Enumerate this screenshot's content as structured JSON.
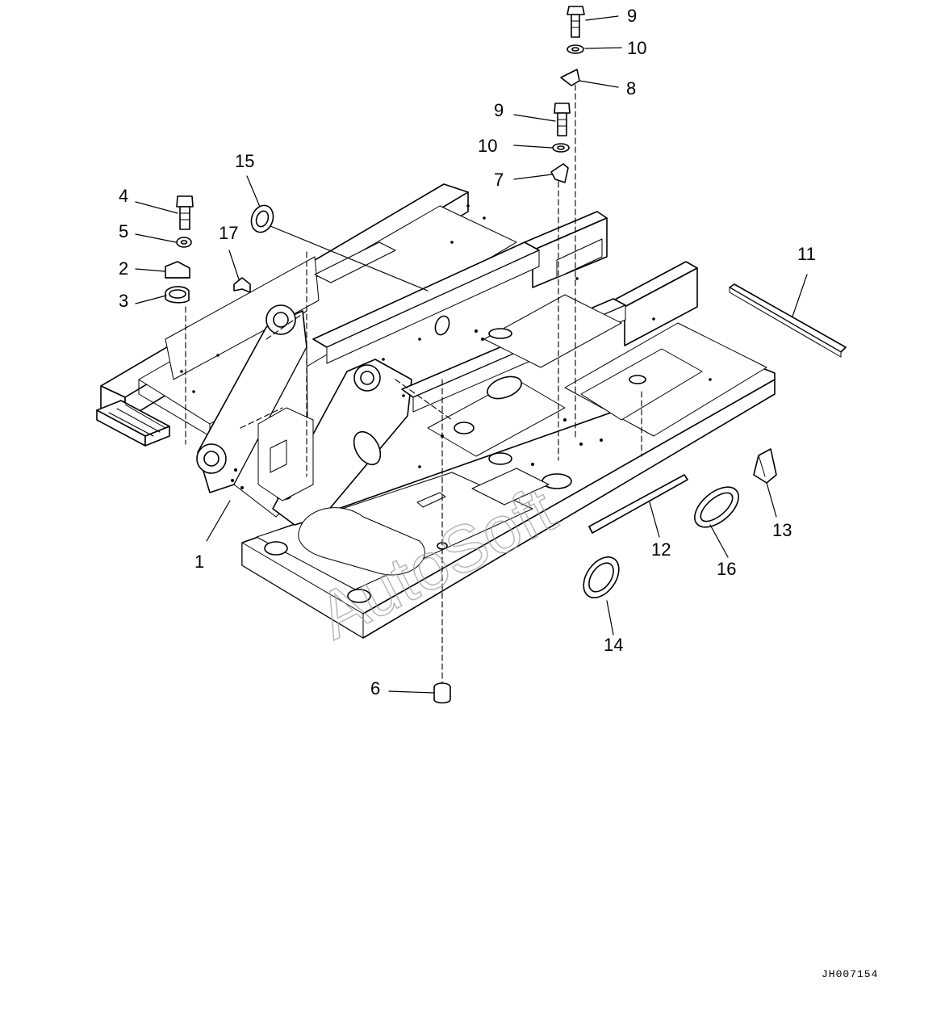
{
  "drawing": {
    "callouts": [
      {
        "id": "c9a",
        "label": "9"
      },
      {
        "id": "c10a",
        "label": "10"
      },
      {
        "id": "c8",
        "label": "8"
      },
      {
        "id": "c9b",
        "label": "9"
      },
      {
        "id": "c10b",
        "label": "10"
      },
      {
        "id": "c7",
        "label": "7"
      },
      {
        "id": "c15",
        "label": "15"
      },
      {
        "id": "c4",
        "label": "4"
      },
      {
        "id": "c5",
        "label": "5"
      },
      {
        "id": "c17",
        "label": "17"
      },
      {
        "id": "c2",
        "label": "2"
      },
      {
        "id": "c3",
        "label": "3"
      },
      {
        "id": "c11",
        "label": "11"
      },
      {
        "id": "c1",
        "label": "1"
      },
      {
        "id": "c12",
        "label": "12"
      },
      {
        "id": "c13",
        "label": "13"
      },
      {
        "id": "c16",
        "label": "16"
      },
      {
        "id": "c14",
        "label": "14"
      },
      {
        "id": "c6",
        "label": "6"
      }
    ],
    "watermark": "AutoSoft",
    "reference_code": "JH007154"
  }
}
